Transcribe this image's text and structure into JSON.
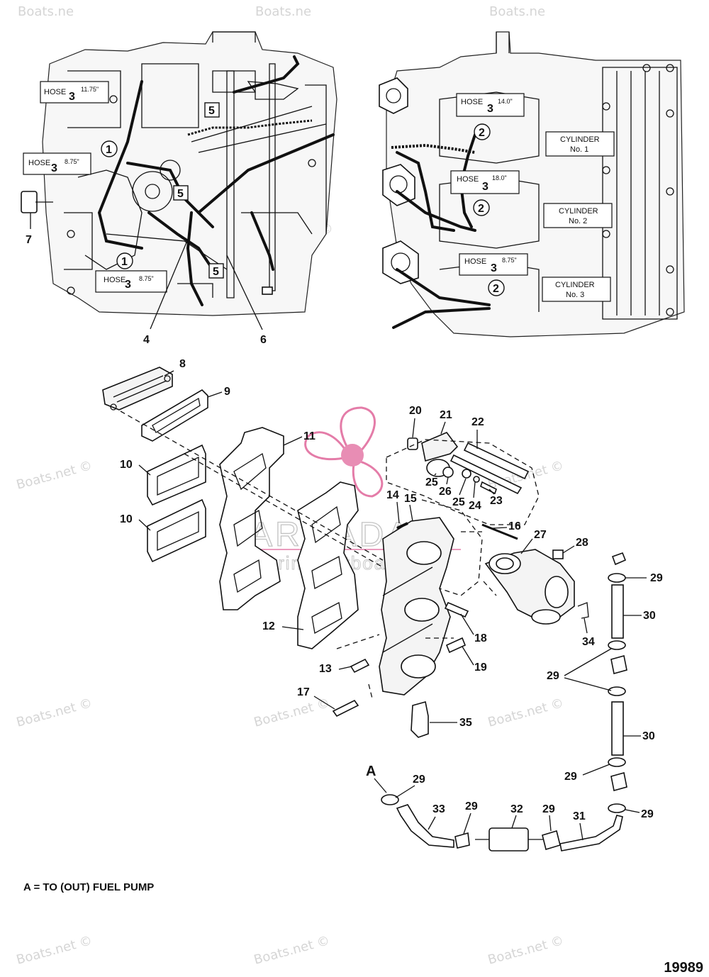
{
  "watermark": "Boats.net ©",
  "watermark_short": "Boats.ne",
  "logo": {
    "brand": "ARMADA",
    "tagline": "marine outboards",
    "color": "#e0669a"
  },
  "left_engine": {
    "hoses": [
      {
        "label": "HOSE",
        "num": "3",
        "len": "11.75\""
      },
      {
        "label": "HOSE",
        "num": "3",
        "len": "8.75\""
      },
      {
        "label": "HOSE",
        "num": "3",
        "len": "8.75\""
      }
    ],
    "markers": [
      "1",
      "1",
      "5",
      "5",
      "5"
    ],
    "callouts": [
      "4",
      "6",
      "7"
    ]
  },
  "right_engine": {
    "hoses": [
      {
        "label": "HOSE",
        "num": "3",
        "len": "14.0\""
      },
      {
        "label": "HOSE",
        "num": "3",
        "len": "18.0\""
      },
      {
        "label": "HOSE",
        "num": "3",
        "len": "8.75\""
      }
    ],
    "markers": [
      "2",
      "2",
      "2"
    ],
    "cylinders": [
      {
        "label": "CYLINDER",
        "num": "No. 1"
      },
      {
        "label": "CYLINDER",
        "num": "No. 2"
      },
      {
        "label": "CYLINDER",
        "num": "No. 3"
      }
    ]
  },
  "callouts": {
    "c8": "8",
    "c9": "9",
    "c10a": "10",
    "c10b": "10",
    "c11": "11",
    "c12": "12",
    "c13": "13",
    "c14": "14",
    "c15": "15",
    "c16": "16",
    "c17": "17",
    "c18": "18",
    "c19": "19",
    "c20": "20",
    "c21": "21",
    "c22": "22",
    "c23": "23",
    "c24": "24",
    "c25a": "25",
    "c25b": "25",
    "c26": "26",
    "c27": "27",
    "c28": "28",
    "c29a": "29",
    "c29b": "29",
    "c29c": "29",
    "c29d": "29",
    "c29e": "29",
    "c29f": "29",
    "c29g": "29",
    "c30a": "30",
    "c30b": "30",
    "c31": "31",
    "c32": "32",
    "c33": "33",
    "c34": "34",
    "c35": "35",
    "cA": "A"
  },
  "footnote": "A = TO (OUT) FUEL PUMP",
  "drawing_number": "19989"
}
